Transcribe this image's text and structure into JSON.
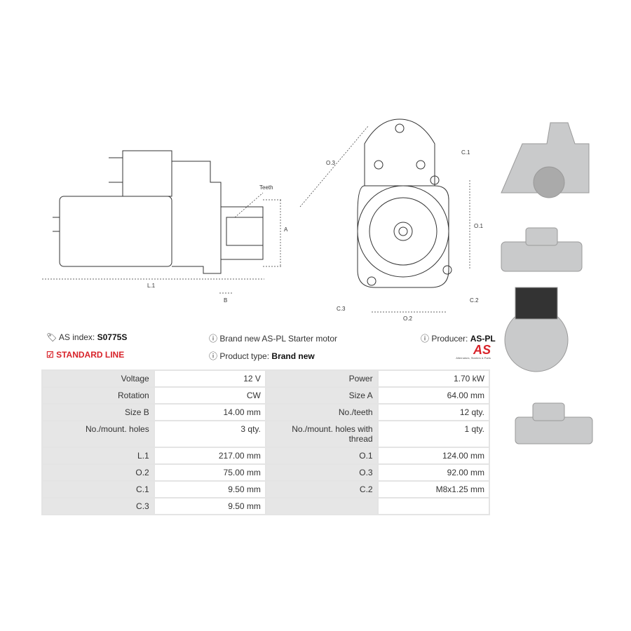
{
  "diagram_labels": {
    "teeth": "Teeth",
    "a": "A",
    "b": "B",
    "l1": "L.1",
    "o1": "O.1",
    "o2": "O.2",
    "o3": "O.3",
    "c1": "C.1",
    "c2": "C.2",
    "c3": "C.3"
  },
  "info": {
    "as_index_label": "AS index:",
    "as_index_value": "S0775S",
    "standard_line": "STANDARD LINE",
    "description": "Brand new AS-PL Starter motor",
    "product_type_label": "Product type:",
    "product_type_value": "Brand new",
    "producer_label": "Producer:",
    "producer_value": "AS-PL",
    "logo_text": "AS",
    "logo_tagline": "Alternators, Starters & Parts"
  },
  "specs": [
    [
      "Voltage",
      "12 V",
      "Power",
      "1.70 kW"
    ],
    [
      "Rotation",
      "CW",
      "Size A",
      "64.00 mm"
    ],
    [
      "Size B",
      "14.00 mm",
      "No./teeth",
      "12 qty."
    ],
    [
      "No./mount. holes",
      "3 qty.",
      "No./mount. holes with thread",
      "1 qty."
    ],
    [
      "L.1",
      "217.00 mm",
      "O.1",
      "124.00 mm"
    ],
    [
      "O.2",
      "75.00 mm",
      "O.3",
      "92.00 mm"
    ],
    [
      "C.1",
      "9.50 mm",
      "C.2",
      "M8x1.25 mm"
    ],
    [
      "C.3",
      "9.50 mm",
      "",
      ""
    ]
  ],
  "colors": {
    "accent": "#d8232a",
    "table_label_bg": "#e6e6e6"
  }
}
